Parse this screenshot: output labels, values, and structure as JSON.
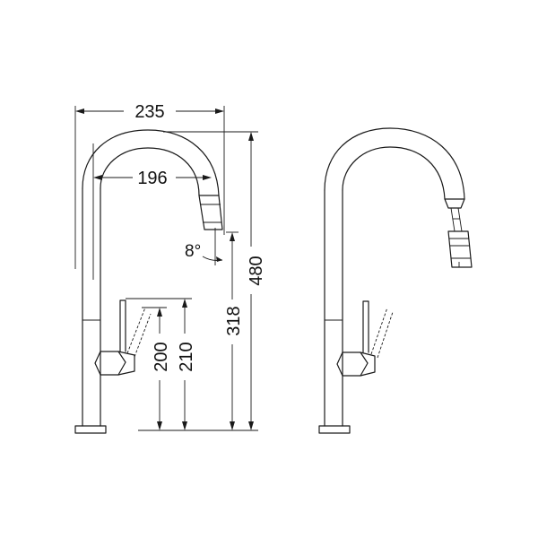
{
  "dimensions": {
    "overall_width": "235",
    "spout_reach": "196",
    "total_height": "480",
    "spout_height": "318",
    "lever_height_a": "200",
    "lever_height_b": "210",
    "swivel_angle": "8°"
  },
  "colors": {
    "line": "#1a1a1a",
    "background": "#ffffff"
  }
}
